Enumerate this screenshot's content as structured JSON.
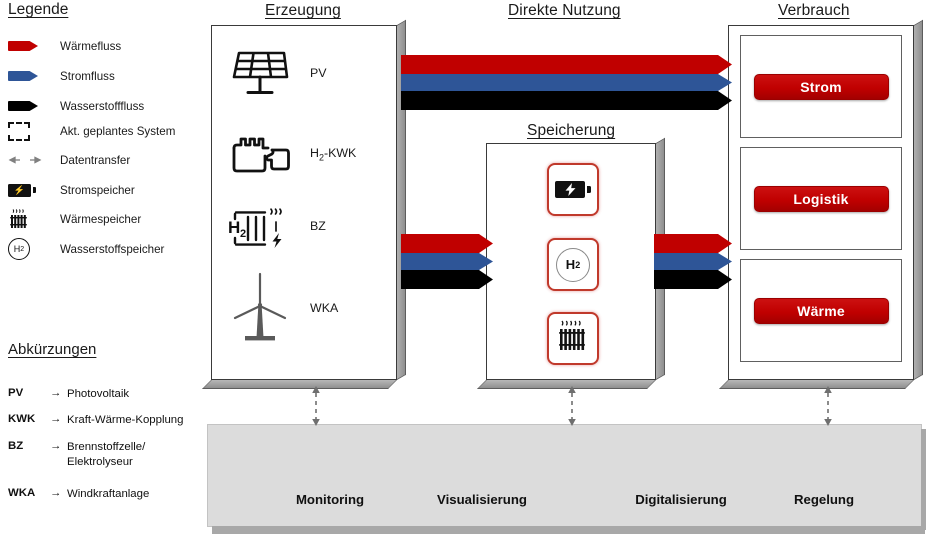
{
  "legend": {
    "title": "Legende",
    "items": [
      {
        "symbol": "red-flow-arrow-icon",
        "label": "Wärmefluss"
      },
      {
        "symbol": "blue-flow-arrow-icon",
        "label": "Stromfluss"
      },
      {
        "symbol": "black-flow-arrow-icon",
        "label": "Wasserstofffluss"
      },
      {
        "symbol": "dashed-box-icon",
        "label": "Akt. geplantes System"
      },
      {
        "symbol": "data-transfer-arrows-icon",
        "label": "Datentransfer"
      },
      {
        "symbol": "battery-icon",
        "label": "Stromspeicher"
      },
      {
        "symbol": "radiator-icon",
        "label": "Wärmespeicher"
      },
      {
        "symbol": "hydrogen-circle-icon",
        "label": "Wasserstoffspeicher"
      }
    ]
  },
  "abbreviations": {
    "title": "Abkürzungen",
    "arrow_glyph": "→",
    "items": [
      {
        "key": "PV",
        "value": "Photovoltaik"
      },
      {
        "key": "KWK",
        "value": "Kraft-Wärme-Kopplung"
      },
      {
        "key": "BZ",
        "value": "Brennstoffzelle/\nElektrolyseur"
      },
      {
        "key": "WKA",
        "value": "Windkraftanlage"
      }
    ]
  },
  "columns": {
    "generation_title": "Erzeugung",
    "direct_use_title": "Direkte Nutzung",
    "storage_title": "Speicherung",
    "consumption_title": "Verbrauch"
  },
  "generation": {
    "rows": [
      {
        "icon": "solar-panel-icon",
        "label": "PV",
        "label_sub": ""
      },
      {
        "icon": "chp-plant-icon",
        "label": "H",
        "label_sub": "2",
        "label_tail": "-KWK"
      },
      {
        "icon": "fuel-cell-icon",
        "label": "BZ",
        "label_sub": ""
      },
      {
        "icon": "wind-turbine-icon",
        "label": "WKA",
        "label_sub": ""
      }
    ]
  },
  "storage": {
    "tiles": [
      {
        "icon": "battery-icon",
        "name": "electricity-storage"
      },
      {
        "icon": "hydrogen-circle-icon",
        "name": "hydrogen-storage"
      },
      {
        "icon": "radiator-icon",
        "name": "heat-storage"
      }
    ]
  },
  "consumption": {
    "cells": [
      {
        "label": "Strom"
      },
      {
        "label": "Logistik"
      },
      {
        "label": "Wärme"
      }
    ]
  },
  "digital_layer": {
    "labels": [
      "Monitoring",
      "Visualisierung",
      "Digitalisierung",
      "Regelung"
    ]
  },
  "flows": {
    "heat_label": "Wärmefluss",
    "power_label": "Stromfluss",
    "hydrogen_label": "Wasserstofffluss"
  },
  "colors": {
    "heat_red": "#c00000",
    "power_blue": "#2e5597",
    "hydrogen_black": "#000000",
    "pill_red": "#c00000",
    "tile_border_red": "#c0392b",
    "bar_gray": "#dcdcdc",
    "box_border": "#3a3a3a"
  }
}
